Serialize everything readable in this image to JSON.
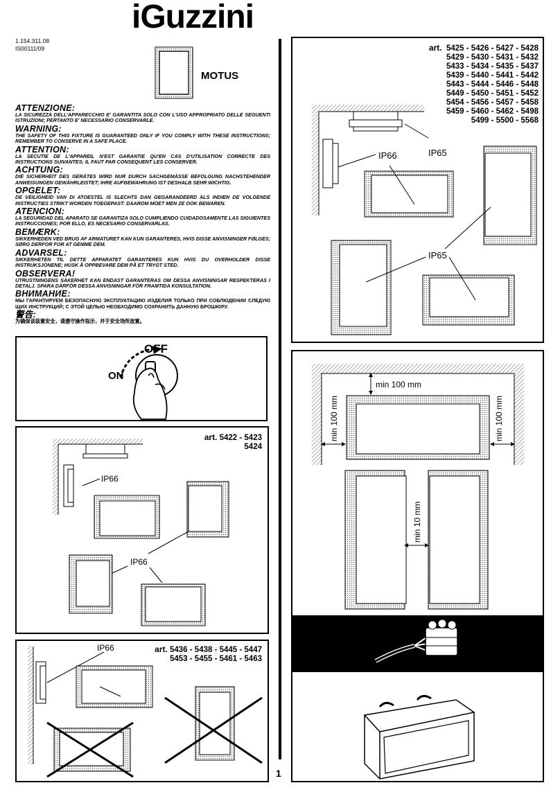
{
  "header": {
    "brand": "iGuzzini",
    "doc_code": "1.154.311.08",
    "doc_rev": "IS00111/09",
    "product": "MOTUS"
  },
  "warnings": [
    {
      "heading": "ATTENZIONE:",
      "text": "LA SICUREZZA DELL'APPARECCHIO E' GARANTITA SOLO CON L'USO APPROPRIATO DELLE SEGUENTI ISTRUZIONI; PERTANTO E' NECESSARIO CONSERVARLE."
    },
    {
      "heading": "WARNING:",
      "text": "THE SAFETY OF THIS FIXTURE IS GUARANTEED ONLY IF YOU COMPLY WITH THESE INSTRUCTIONS; REMEMBER TO CONSERVE IN A SAFE PLACE."
    },
    {
      "heading": "ATTENTION:",
      "text": "LA SECUTIE DE L'APPAREIL N'EST GARANTIE QU'EN CAS D'UTILISATION CORRECTE DES INSTRUCTIONS SUIVANTES; IL FAUT PAR CONSEQUENT LES CONSERVER."
    },
    {
      "heading": "ACHTUNG:",
      "text": "DIE SICHERHEIT DES GERÄTES WIRD NUR DURCH SACHGEMÄSSE BEFOLGUNG NACHSTEHENDER ANWEISUNGEN GEWÄHRLEISTET; IHRE AUFBEWAHRUNG IST DESHALB SEHR WICHTIG."
    },
    {
      "heading": "OPGELET:",
      "text": "DE VEILIGHEID VAN DI ATOESTEL IS SLECHTS DAN GEGARANDEERD ALS INDIEN DE VOLGENDE INSTRUCTIES STRIKT WORDEN TOEGEPAST: DAAROM MOET MEN ZE OOK BEWAREN."
    },
    {
      "heading": "ATENCION:",
      "text": "LA SEGURIDAD DEL APARATO SE GARANTIZA SOLO CUMPLIENDO CUIDADOSAMENTE LAS SIGUIENTES INSTRUCCIONES; POR ELLO, ES NECESARIO CONSERVARLAS."
    },
    {
      "heading": "BEMÆRK:",
      "text": "SIKKERHEDEN VED BRUG AF ARMATURET KAN KUN GARANTERES, HVIS DISSE ANVISNINGER FØLGES; SØRG DERFOR FOR AT GEMME DEM."
    },
    {
      "heading": "ADVARSEL:",
      "text": "SIKKERHETEN TIL DETTE APPARATET GARANTERES KUN HVIS DU OVERHOLDER DISSE INSTRUKSJONENE; HUSK Å OPPBEVARE DEM PÅ ET TRYGT STED."
    },
    {
      "heading": "OBSERVERA!",
      "text": "UTRUSTNINGENS SÄKERHET KAN ENDAST GARANTERAS OM DESSA ANVISNINGAR RESPEKTERAS I DETALJ. SPARA DÄRFÖR DESSA ANVISNINGAR FÖR FRAMTIDA KONSULTATION."
    },
    {
      "heading": "ВНИМАНИЕ:",
      "text": "МЫ ГАРАНТИРУЕМ БЕЗОПАСНУЮ ЭКСПЛУАТАЦИЮ ИЗДЕЛИЯ ТОЛЬКО ПРИ СОБЛЮДЕНИИ СЛЕДУЮ ЩИХ ИНСТРУКЦИЙ; С ЭТОЙ ЦЕЛЬЮ НЕОБХОДИМО СОХРАНИТЬ ДАННУЮ БРОШЮРУ."
    },
    {
      "heading": "警告:",
      "text": "为确保该装置安全，请遵守操作指示，并于安全场所放置。"
    }
  ],
  "switch": {
    "on": "ON",
    "off": "OFF"
  },
  "box_5422": {
    "art_prefix": "art.",
    "art_line1": "5422 - 5423",
    "art_line2": "5424",
    "ip_label_1": "IP66",
    "ip_label_2": "IP66"
  },
  "box_5436": {
    "art_prefix": "art.",
    "art_line1": "5436 - 5438 - 5445 - 5447",
    "art_line2": "5453 - 5455 - 5461 - 5463",
    "ip_label": "IP66"
  },
  "box_5425": {
    "art_prefix": "art.",
    "art_lines": [
      "5425 - 5426 - 5427 - 5428",
      "5429 - 5430 - 5431 - 5432",
      "5433 - 5434 - 5435 - 5437",
      "5439 - 5440 - 5441 - 5442",
      "5443 - 5444 - 5446 - 5448",
      "5449 - 5450 - 5451 - 5452",
      "5454 - 5456 - 5457 - 5458",
      "5459 - 5460 - 5462 - 5498",
      "5499 - 5500 - 5568"
    ],
    "ip66": "IP66",
    "ip65_top": "IP65",
    "ip65_mid": "IP65"
  },
  "clearance": {
    "top": "min 100 mm",
    "left": "min 100 mm",
    "right": "min 100 mm",
    "between": "min 10 mm"
  },
  "page_number": "1"
}
